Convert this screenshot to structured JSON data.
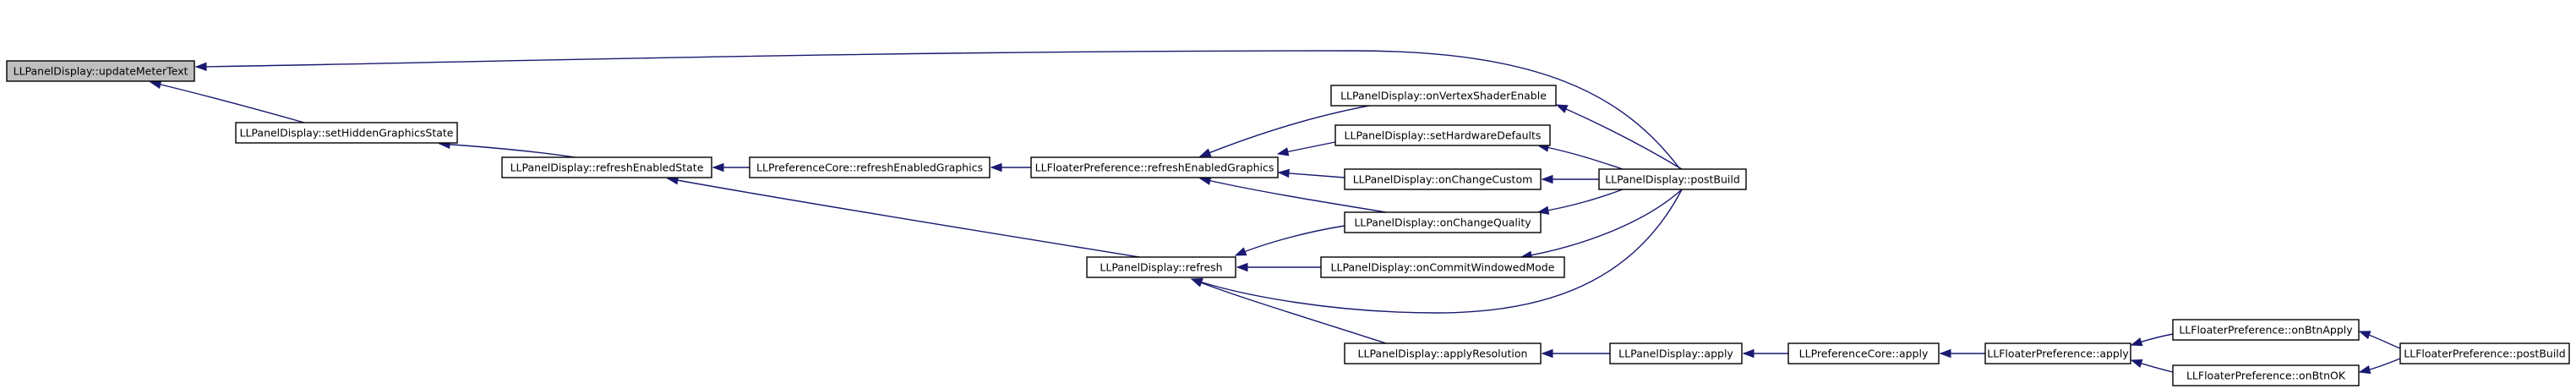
{
  "graph": {
    "nodes": [
      {
        "id": "updateMeterText",
        "label": "LLPanelDisplay::updateMeterText",
        "highlight": true
      },
      {
        "id": "setHiddenGraphicsState",
        "label": "LLPanelDisplay::setHiddenGraphicsState"
      },
      {
        "id": "refreshEnabledState",
        "label": "LLPanelDisplay::refreshEnabledState"
      },
      {
        "id": "prefCoreRefresh",
        "label": "LLPreferenceCore::refreshEnabledGraphics"
      },
      {
        "id": "floaterRefresh",
        "label": "LLFloaterPreference::refreshEnabledGraphics"
      },
      {
        "id": "onVertexShaderEnable",
        "label": "LLPanelDisplay::onVertexShaderEnable"
      },
      {
        "id": "setHardwareDefaults",
        "label": "LLPanelDisplay::setHardwareDefaults"
      },
      {
        "id": "onChangeCustom",
        "label": "LLPanelDisplay::onChangeCustom"
      },
      {
        "id": "onChangeQuality",
        "label": "LLPanelDisplay::onChangeQuality"
      },
      {
        "id": "onCommitWindowedMode",
        "label": "LLPanelDisplay::onCommitWindowedMode"
      },
      {
        "id": "postBuild",
        "label": "LLPanelDisplay::postBuild"
      },
      {
        "id": "refresh",
        "label": "LLPanelDisplay::refresh"
      },
      {
        "id": "applyResolution",
        "label": "LLPanelDisplay::applyResolution"
      },
      {
        "id": "apply",
        "label": "LLPanelDisplay::apply"
      },
      {
        "id": "prefCoreApply",
        "label": "LLPreferenceCore::apply"
      },
      {
        "id": "floaterApply",
        "label": "LLFloaterPreference::apply"
      },
      {
        "id": "onBtnApply",
        "label": "LLFloaterPreference::onBtnApply"
      },
      {
        "id": "onBtnOK",
        "label": "LLFloaterPreference::onBtnOK"
      },
      {
        "id": "floaterPostBuild",
        "label": "LLFloaterPreference::postBuild"
      }
    ],
    "edges": [
      {
        "from": "setHiddenGraphicsState",
        "to": "updateMeterText"
      },
      {
        "from": "postBuild",
        "to": "updateMeterText"
      },
      {
        "from": "refreshEnabledState",
        "to": "setHiddenGraphicsState"
      },
      {
        "from": "prefCoreRefresh",
        "to": "refreshEnabledState"
      },
      {
        "from": "refresh",
        "to": "refreshEnabledState"
      },
      {
        "from": "floaterRefresh",
        "to": "prefCoreRefresh"
      },
      {
        "from": "onVertexShaderEnable",
        "to": "floaterRefresh"
      },
      {
        "from": "setHardwareDefaults",
        "to": "floaterRefresh"
      },
      {
        "from": "onChangeCustom",
        "to": "floaterRefresh"
      },
      {
        "from": "onChangeQuality",
        "to": "floaterRefresh"
      },
      {
        "from": "postBuild",
        "to": "onVertexShaderEnable"
      },
      {
        "from": "postBuild",
        "to": "setHardwareDefaults"
      },
      {
        "from": "postBuild",
        "to": "onChangeCustom"
      },
      {
        "from": "postBuild",
        "to": "onChangeQuality"
      },
      {
        "from": "postBuild",
        "to": "onCommitWindowedMode"
      },
      {
        "from": "onChangeQuality",
        "to": "refresh"
      },
      {
        "from": "onCommitWindowedMode",
        "to": "refresh"
      },
      {
        "from": "postBuild",
        "to": "refresh"
      },
      {
        "from": "applyResolution",
        "to": "refresh"
      },
      {
        "from": "apply",
        "to": "applyResolution"
      },
      {
        "from": "prefCoreApply",
        "to": "apply"
      },
      {
        "from": "floaterApply",
        "to": "prefCoreApply"
      },
      {
        "from": "onBtnApply",
        "to": "floaterApply"
      },
      {
        "from": "onBtnOK",
        "to": "floaterApply"
      },
      {
        "from": "floaterPostBuild",
        "to": "onBtnApply"
      },
      {
        "from": "floaterPostBuild",
        "to": "onBtnOK"
      }
    ]
  },
  "colors": {
    "edge": "#191970",
    "node_fill": "#ffffff",
    "node_highlight_fill": "#bfbfbf",
    "node_stroke": "#000000"
  }
}
